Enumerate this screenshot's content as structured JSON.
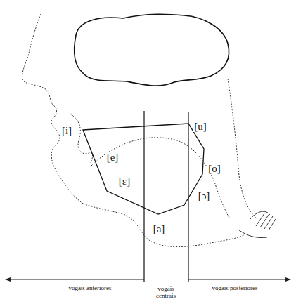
{
  "diagram": {
    "labels": [
      "[i]",
      "[u]",
      "[e]",
      "[o]",
      "[ɛ]",
      "[ɔ]",
      "[a]",
      "vogais anteriores",
      "vogais centrais",
      "vogais posteriores"
    ]
  }
}
